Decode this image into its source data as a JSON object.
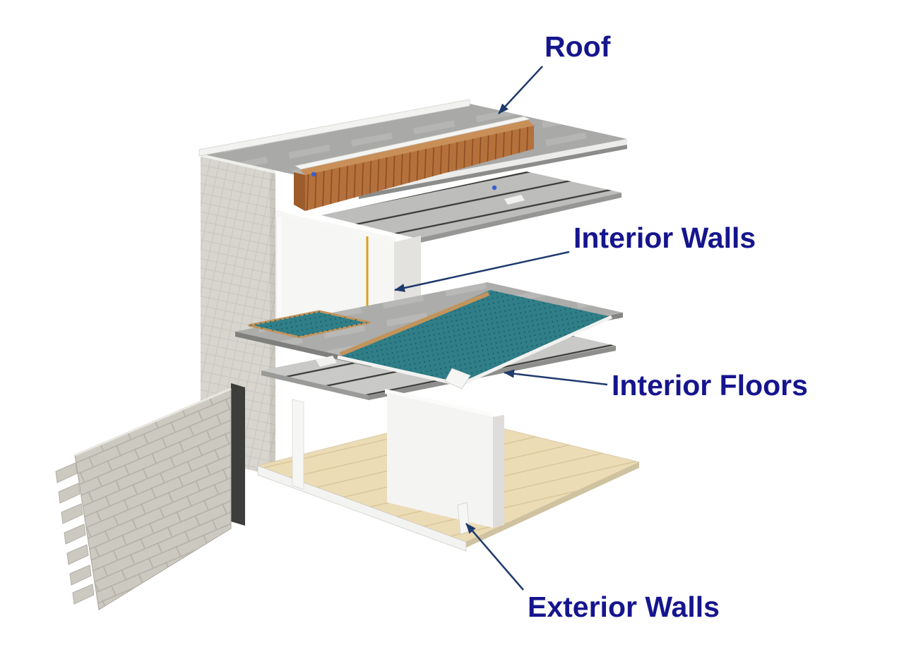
{
  "labels": {
    "roof": "Roof",
    "interior_walls": "Interior Walls",
    "interior_floors": "Interior Floors",
    "exterior_walls": "Exterior Walls"
  },
  "colors": {
    "label_text": "#15158e",
    "arrow": "#1f3a6d",
    "roof_deck": "#a9a9a7",
    "copper_ridge": "#b5713c",
    "ridge_cap_white": "#f4f4f2",
    "ceiling_slab": "#bdbdbb",
    "stucco_wall": "#d8d5ce",
    "interior_wall_white": "#f6f6f4",
    "accent_bead_yellow": "#d9a21b",
    "teal_carpet": "#2f7e88",
    "wood_trim": "#c2945c",
    "tan_floor": "#ecdcb6",
    "brick_panel": "#ccc9c1",
    "fascia_white": "#f2f2f0",
    "connector_blue": "#3a5fd0"
  }
}
